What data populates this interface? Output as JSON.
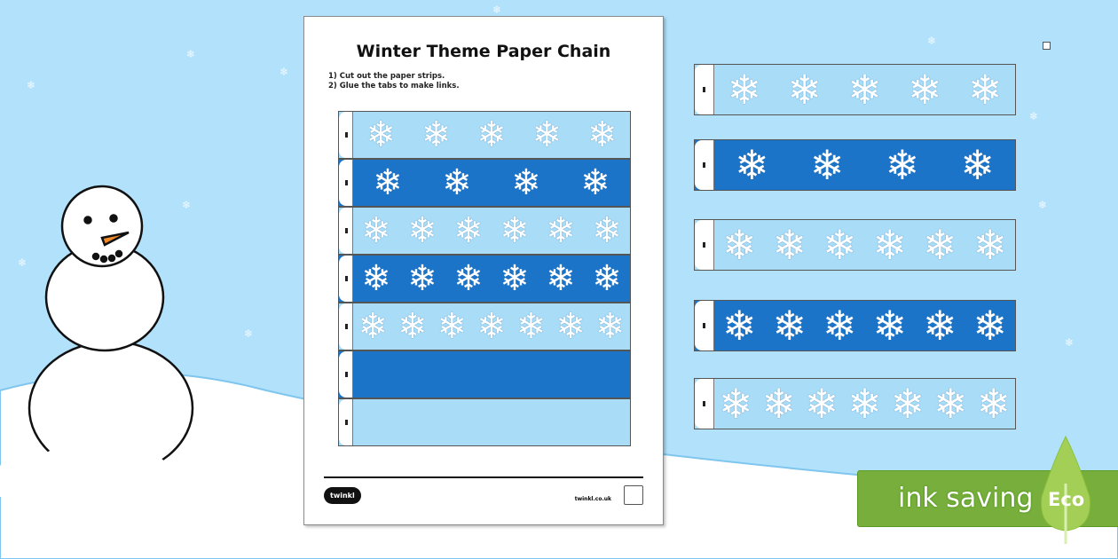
{
  "worksheet": {
    "title": "Winter Theme Paper Chain",
    "instructions": [
      "1) Cut out the paper strips.",
      "2) Glue the tabs to make links."
    ],
    "footer_logo": "twinkl",
    "footer_site": "twinkl.co.uk"
  },
  "colors": {
    "light": "#a9dcf6",
    "dark": "#1c74c9",
    "background": "#b2e1fb",
    "eco_green": "#78ae3c"
  },
  "left_strips": [
    {
      "color": "light",
      "flakes": 5
    },
    {
      "color": "dark",
      "flakes": 4
    },
    {
      "color": "light",
      "flakes": 6
    },
    {
      "color": "dark",
      "flakes": 6
    },
    {
      "color": "light",
      "flakes": 7
    },
    {
      "color": "dark",
      "flakes": 0
    },
    {
      "color": "light",
      "flakes": 0
    }
  ],
  "right_strips": [
    {
      "color": "light",
      "flakes": 5
    },
    {
      "color": "dark",
      "flakes": 4
    },
    {
      "color": "light",
      "flakes": 6
    },
    {
      "color": "dark",
      "flakes": 6
    },
    {
      "color": "light",
      "flakes": 7
    }
  ],
  "badge": {
    "text": "ink saving",
    "label": "Eco"
  }
}
